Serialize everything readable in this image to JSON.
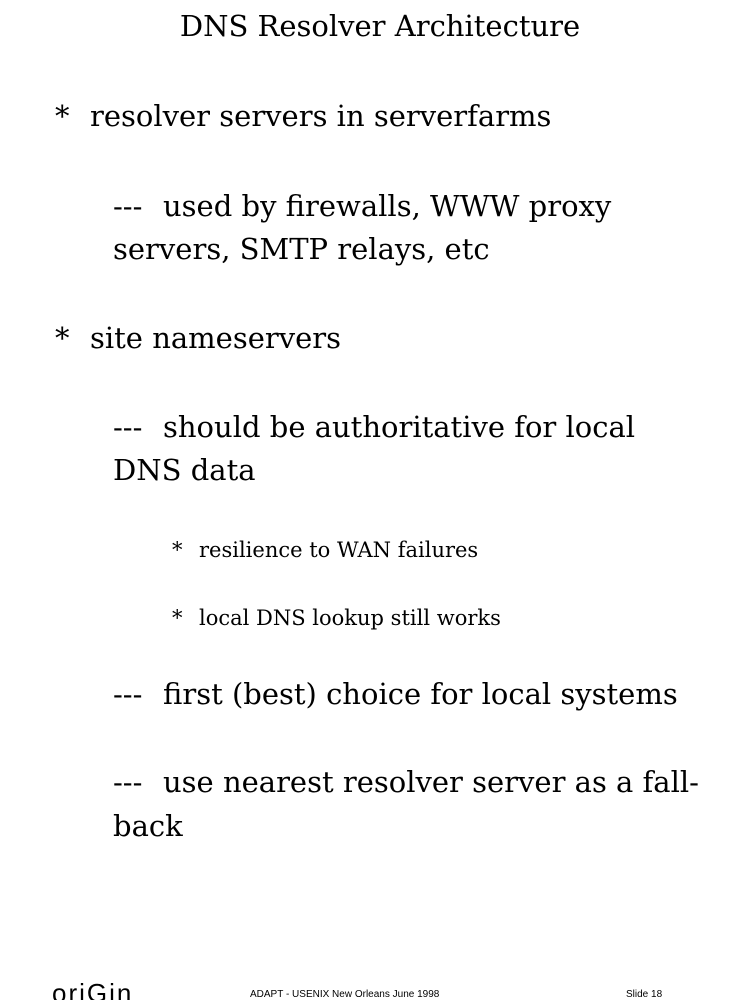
{
  "title": "DNS Resolver Architecture",
  "items": [
    {
      "marker": "*",
      "text": "resolver servers in serverfarms"
    },
    {
      "marker": "---",
      "lines": [
        "used by firewalls, WWW proxy",
        "servers, SMTP relays, etc"
      ]
    },
    {
      "marker": "*",
      "text": "site nameservers"
    },
    {
      "marker": "---",
      "lines": [
        "should be authoritative for local",
        "DNS data"
      ]
    },
    {
      "marker": "*",
      "text": "resilience to WAN failures"
    },
    {
      "marker": "*",
      "text": "local DNS lookup still works"
    },
    {
      "marker": "---",
      "text": "first (best) choice for local systems"
    },
    {
      "marker": "---",
      "lines": [
        "use nearest resolver server as a fall-",
        "back"
      ]
    }
  ],
  "footer": {
    "logo": "oriGin",
    "event": "ADAPT - USENIX New Orleans June 1998",
    "slide": "Slide 18"
  }
}
